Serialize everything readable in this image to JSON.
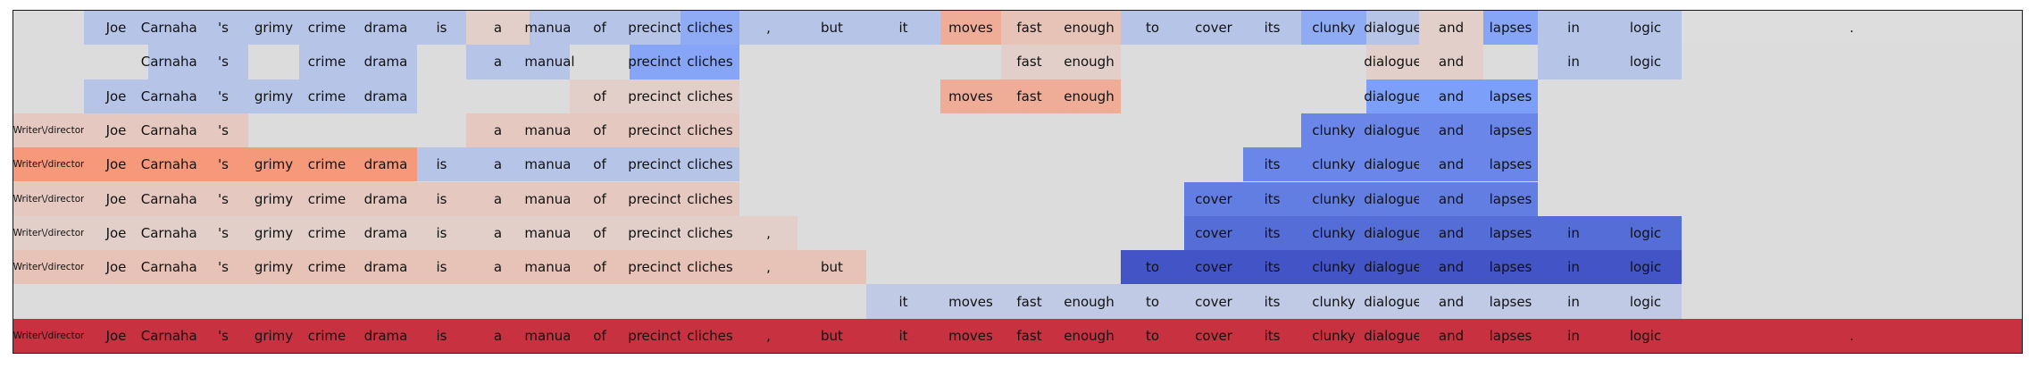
{
  "chart_data": {
    "type": "heatmap",
    "tokens": [
      "Writer\\/director",
      "Joe",
      "Carnahan",
      "'s",
      "grimy",
      "crime",
      "drama",
      "is",
      "a",
      "manual",
      "of",
      "precinct",
      "cliches",
      ",",
      "but",
      "it",
      "moves",
      "fast",
      "enough",
      "to",
      "cover",
      "its",
      "clunky",
      "dialogue",
      "and",
      "lapses",
      "in",
      "logic",
      "."
    ],
    "color_range": [
      -1,
      1
    ],
    "colormap": "coolwarm",
    "neutral_color": "#dcdcdc",
    "rows": [
      [
        null,
        -0.2,
        -0.2,
        -0.2,
        -0.2,
        -0.2,
        -0.2,
        -0.2,
        0.1,
        -0.2,
        -0.2,
        -0.2,
        -0.4,
        -0.2,
        -0.2,
        -0.2,
        0.35,
        0.2,
        0.2,
        -0.2,
        -0.2,
        -0.2,
        -0.4,
        -0.2,
        0.1,
        -0.45,
        -0.2,
        -0.2,
        0.0
      ],
      [
        null,
        null,
        -0.2,
        -0.2,
        null,
        -0.2,
        -0.2,
        null,
        -0.2,
        -0.2,
        null,
        -0.45,
        -0.45,
        null,
        null,
        null,
        null,
        0.1,
        0.1,
        null,
        null,
        null,
        null,
        0.1,
        0.1,
        null,
        -0.2,
        -0.2,
        null
      ],
      [
        null,
        -0.2,
        -0.2,
        -0.2,
        -0.2,
        -0.2,
        -0.2,
        null,
        null,
        null,
        0.1,
        0.1,
        0.1,
        null,
        null,
        null,
        0.35,
        0.35,
        0.35,
        null,
        null,
        null,
        null,
        -0.5,
        -0.5,
        -0.5,
        null,
        null,
        null
      ],
      [
        0.15,
        0.15,
        0.15,
        0.15,
        null,
        null,
        null,
        null,
        0.15,
        0.15,
        0.15,
        0.15,
        0.15,
        null,
        null,
        null,
        null,
        null,
        null,
        null,
        null,
        null,
        -0.65,
        -0.65,
        -0.65,
        -0.65,
        null,
        null,
        null
      ],
      [
        0.5,
        0.5,
        0.5,
        0.5,
        0.5,
        0.5,
        0.5,
        -0.2,
        -0.2,
        -0.2,
        -0.2,
        -0.2,
        -0.2,
        null,
        null,
        null,
        null,
        null,
        null,
        null,
        null,
        -0.65,
        -0.65,
        -0.65,
        -0.65,
        -0.65,
        null,
        null,
        null
      ],
      [
        0.15,
        0.15,
        0.15,
        0.15,
        0.15,
        0.15,
        0.15,
        0.15,
        0.15,
        0.15,
        0.15,
        0.15,
        0.15,
        null,
        null,
        null,
        null,
        null,
        null,
        null,
        -0.7,
        -0.7,
        -0.7,
        -0.7,
        -0.7,
        -0.7,
        null,
        null,
        null
      ],
      [
        0.1,
        0.1,
        0.1,
        0.1,
        0.1,
        0.1,
        0.1,
        0.1,
        0.1,
        0.1,
        0.1,
        0.1,
        0.1,
        0.1,
        null,
        null,
        null,
        null,
        null,
        null,
        -0.8,
        -0.8,
        -0.8,
        -0.8,
        -0.8,
        -0.8,
        -0.8,
        -0.8,
        null
      ],
      [
        0.2,
        0.2,
        0.2,
        0.2,
        0.2,
        0.2,
        0.2,
        0.2,
        0.2,
        0.2,
        0.2,
        0.2,
        0.2,
        0.2,
        0.2,
        null,
        null,
        null,
        null,
        -0.95,
        -0.95,
        -0.95,
        -0.95,
        -0.95,
        -0.95,
        -0.95,
        -0.95,
        -0.95,
        null
      ],
      [
        null,
        null,
        null,
        null,
        null,
        null,
        null,
        null,
        null,
        null,
        null,
        null,
        null,
        null,
        null,
        -0.15,
        -0.15,
        -0.15,
        -0.15,
        -0.15,
        -0.15,
        -0.15,
        -0.15,
        -0.15,
        -0.15,
        -0.15,
        -0.15,
        -0.15,
        null
      ],
      [
        0.85,
        0.85,
        0.85,
        0.85,
        0.85,
        0.85,
        0.85,
        0.85,
        0.85,
        0.85,
        0.85,
        0.85,
        0.85,
        0.85,
        0.85,
        0.85,
        0.85,
        0.85,
        0.85,
        0.85,
        0.85,
        0.85,
        0.85,
        0.85,
        0.85,
        0.85,
        0.85,
        0.85,
        0.85
      ]
    ]
  }
}
